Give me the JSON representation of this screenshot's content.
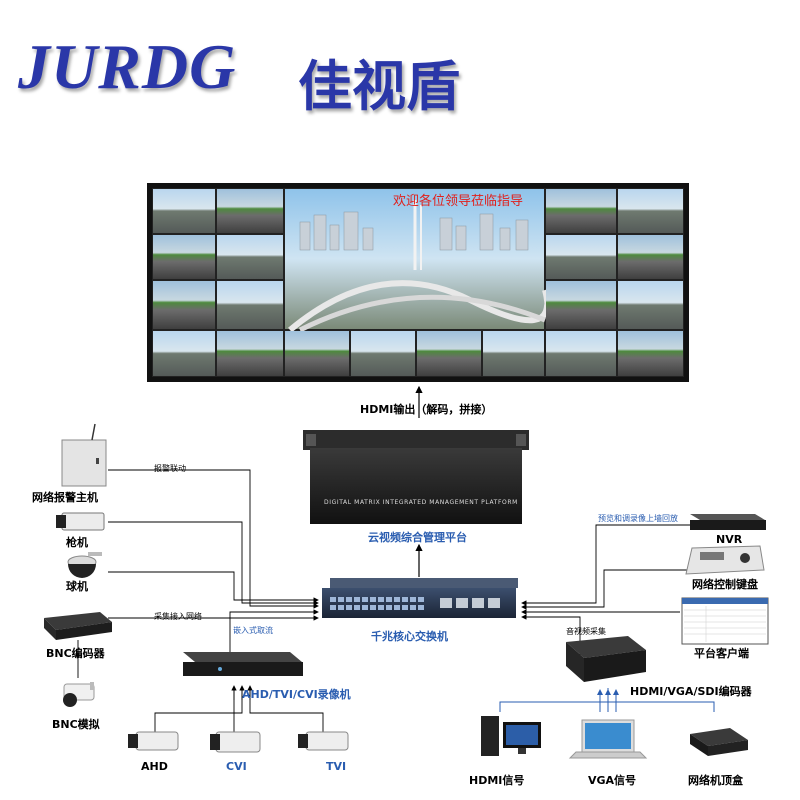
{
  "brand": {
    "en": "JURDG",
    "cn": "佳视盾"
  },
  "video_wall": {
    "banner": "欢迎各位领导莅临指导"
  },
  "hdmi_output": "HDMI输出（解码，拼接）",
  "platform": {
    "chassis_text": "DIGITAL MATRIX INTEGRATED MANAGEMENT PLATFORM",
    "label": "云视频综合管理平台"
  },
  "switch": {
    "label": "千兆核心交换机"
  },
  "left_devices": {
    "alarm_host": "网络报警主机",
    "gun_camera": "枪机",
    "dome_camera": "球机",
    "bnc_encoder": "BNC编码器",
    "bnc_analog": "BNC模拟"
  },
  "links": {
    "alarm_linkage": "报警联动",
    "capture_network": "采集接入网络",
    "embedded_stream": "嵌入式取流",
    "preview_playback": "预览和调录像上墙回放",
    "av_capture": "音视频采集"
  },
  "dvr": {
    "label": "AHD/TVI/CVI录像机"
  },
  "bottom_cameras": {
    "ahd": "AHD",
    "cvi": "CVI",
    "tvi": "TVI"
  },
  "right_devices": {
    "nvr": "NVR",
    "keyboard": "网络控制键盘",
    "client": "平台客户端",
    "encoder": "HDMI/VGA/SDI编码器"
  },
  "signals": {
    "hdmi": "HDMI信号",
    "vga": "VGA信号",
    "stb": "网络机顶盒"
  },
  "colors": {
    "brand": "#2a37a8",
    "accent_blue": "#2a5db0",
    "banner_red": "#e0201c"
  }
}
